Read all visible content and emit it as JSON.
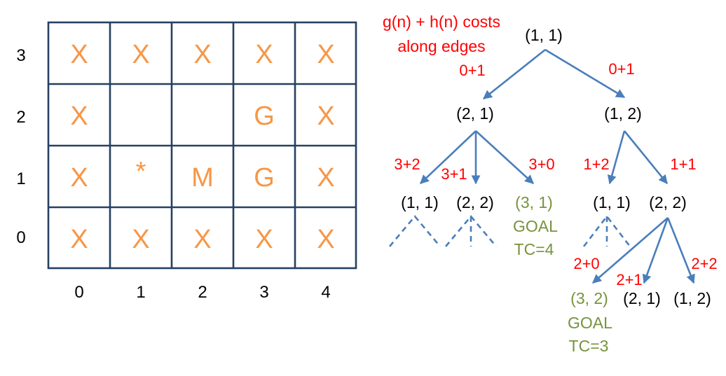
{
  "grid": {
    "row_labels": [
      "3",
      "2",
      "1",
      "0"
    ],
    "col_labels": [
      "0",
      "1",
      "2",
      "3",
      "4"
    ],
    "rows": [
      [
        "X",
        "X",
        "X",
        "X",
        "X"
      ],
      [
        "X",
        "",
        "",
        "G",
        "X"
      ],
      [
        "X",
        "*",
        "M",
        "G",
        "X"
      ],
      [
        "X",
        "X",
        "X",
        "X",
        "X"
      ]
    ]
  },
  "heading": {
    "line1": "g(n) + h(n) costs",
    "line2": "along edges"
  },
  "tree": {
    "root": "(1, 1)",
    "left_child": "(2, 1)",
    "right_child": "(1, 2)",
    "root_left_cost": "0+1",
    "root_right_cost": "0+1",
    "left_children": [
      {
        "label": "(1, 1)",
        "cost": "3+2",
        "goal": false
      },
      {
        "label": "(2, 2)",
        "cost": "3+1",
        "goal": false
      },
      {
        "label": "(3, 1)",
        "cost": "3+0",
        "goal": true
      }
    ],
    "left_goal_note": [
      "GOAL",
      "TC=4"
    ],
    "right_children": [
      {
        "label": "(1, 1)",
        "cost": "1+2",
        "goal": false
      },
      {
        "label": "(2, 2)",
        "cost": "1+1",
        "goal": false
      }
    ],
    "bottom_children": [
      {
        "label": "(3, 2)",
        "cost": "2+0",
        "goal": true
      },
      {
        "label": "(2, 1)",
        "cost": "2+1",
        "goal": false
      },
      {
        "label": "(1, 2)",
        "cost": "2+2",
        "goal": false
      }
    ],
    "bottom_goal_note": [
      "GOAL",
      "TC=3"
    ]
  },
  "colors": {
    "grid_line": "#254061",
    "cell_mark": "#f79646",
    "edge": "#4a7ebb",
    "cost": "#ff0000",
    "goal": "#77933c"
  }
}
